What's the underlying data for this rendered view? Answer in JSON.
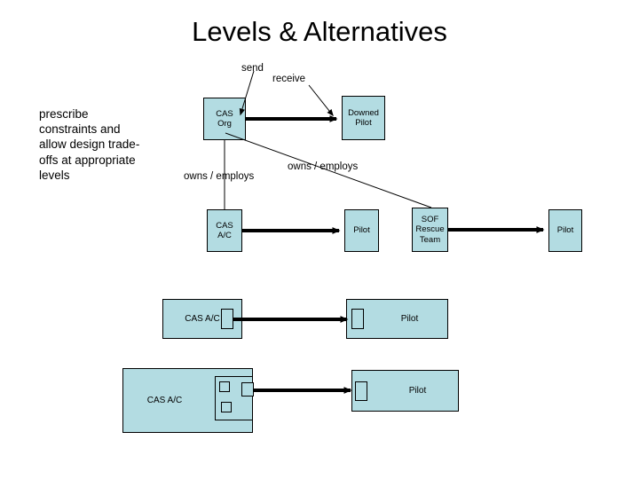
{
  "slide": {
    "title": "Levels & Alternatives",
    "side_note": "prescribe constraints and allow design trade-offs at appropriate levels",
    "background_color": "#ffffff",
    "node_fill_color": "#b3dce2",
    "node_border_color": "#000000",
    "connector_color": "#000000"
  },
  "edge_labels": {
    "send": "send",
    "receive": "receive",
    "owns_employs_left": "owns / employs",
    "owns_employs_right": "owns / employs"
  },
  "rows": {
    "row1": {
      "nodes": [
        {
          "id": "cas-org",
          "label": "CAS\nOrg",
          "line1": "CAS",
          "line2": "Org"
        },
        {
          "id": "downed-pilot",
          "label": "Downed\nPilot",
          "line1": "Downed",
          "line2": "Pilot"
        }
      ]
    },
    "row2": {
      "nodes": [
        {
          "id": "cas-ac",
          "line1": "CAS",
          "line2": "A/C"
        },
        {
          "id": "pilot-mid",
          "line1": "Pilot"
        },
        {
          "id": "sof-rescue-team",
          "line1": "SOF",
          "line2": "Rescue",
          "line3": "Team"
        },
        {
          "id": "pilot-right",
          "line1": "Pilot"
        }
      ]
    },
    "row3": {
      "nodes": [
        {
          "id": "cas-ac-ports",
          "label": "CAS A/C"
        },
        {
          "id": "pilot-ports",
          "label": "Pilot"
        }
      ]
    },
    "row4": {
      "nodes": [
        {
          "id": "cas-ac-nested",
          "label": "CAS A/C"
        },
        {
          "id": "pilot-nested",
          "label": "Pilot"
        }
      ]
    }
  }
}
